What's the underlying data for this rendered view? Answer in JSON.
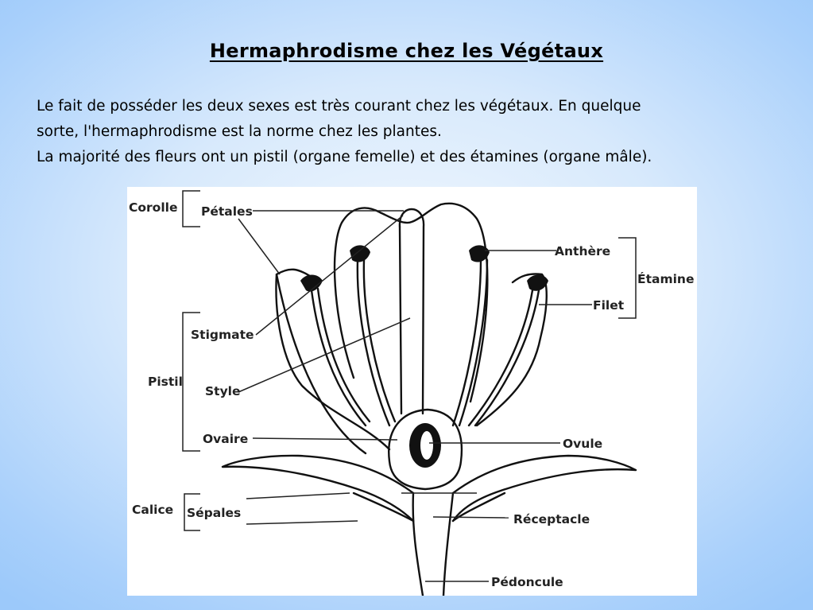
{
  "title": "Hermaphrodisme chez les Végétaux",
  "paragraph": {
    "line1": "Le fait de posséder les deux sexes est très courant chez les végétaux. En quelque",
    "line2": "sorte, l'hermaphrodisme est la norme chez les plantes.",
    "line3": "La majorité des fleurs ont un pistil (organe femelle) et des étamines (organe mâle)."
  },
  "diagram": {
    "labels": {
      "corolle": "Corolle",
      "petales": "Pétales",
      "pistil": "Pistil",
      "stigmate": "Stigmate",
      "style": "Style",
      "ovaire": "Ovaire",
      "calice": "Calice",
      "sepales": "Sépales",
      "anthere": "Anthère",
      "etamine": "Étamine",
      "filet": "Filet",
      "ovule": "Ovule",
      "receptacle": "Réceptacle",
      "pedoncule": "Pédoncule"
    }
  }
}
